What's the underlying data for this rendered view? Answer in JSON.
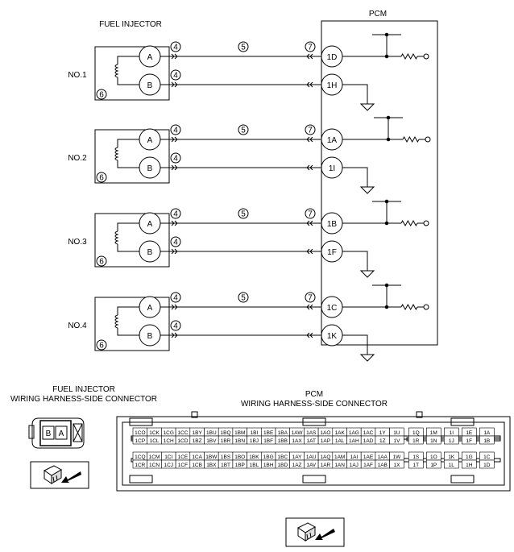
{
  "wiring": {
    "pcm_title": "PCM",
    "fuel_injector_title": "FUEL INJECTOR",
    "terminal_a": "A",
    "terminal_b": "B",
    "marker_4": "4",
    "marker_5": "5",
    "marker_6": "6",
    "marker_7": "7",
    "injectors": [
      {
        "label": "NO.1",
        "pin_a": "1D",
        "pin_b": "1H"
      },
      {
        "label": "NO.2",
        "pin_a": "1A",
        "pin_b": "1I"
      },
      {
        "label": "NO.3",
        "pin_a": "1B",
        "pin_b": "1F"
      },
      {
        "label": "NO.4",
        "pin_a": "1C",
        "pin_b": "1K"
      }
    ]
  },
  "injector_connector": {
    "title_line1": "FUEL INJECTOR",
    "title_line2": "WIRING HARNESS-SIDE CONNECTOR",
    "pin_b": "B",
    "pin_a": "A"
  },
  "pcm_connector": {
    "title_line1": "PCM",
    "title_line2": "WIRING HARNESS-SIDE CONNECTOR",
    "rows": [
      [
        "1CO",
        "1CK",
        "1CG",
        "1CC",
        "1BY",
        "1BU",
        "1BQ",
        "1BM",
        "1BI",
        "1BE",
        "1BA",
        "1AW",
        "1AS",
        "1AO",
        "1AK",
        "1AG",
        "1AC",
        "1Y",
        "1U",
        "1Q",
        "1M",
        "1I",
        "1E",
        "1A"
      ],
      [
        "1CP",
        "1CL",
        "1CH",
        "1CD",
        "1BZ",
        "1BV",
        "1BR",
        "1BN",
        "1BJ",
        "1BF",
        "1BB",
        "1AX",
        "1AT",
        "1AP",
        "1AL",
        "1AH",
        "1AD",
        "1Z",
        "1V",
        "1R",
        "1N",
        "1J",
        "1F",
        "1B"
      ],
      [
        "1CQ",
        "1CM",
        "1CI",
        "1CE",
        "1CA",
        "1BW",
        "1BS",
        "1BO",
        "1BK",
        "1BG",
        "1BC",
        "1AY",
        "1AU",
        "1AQ",
        "1AM",
        "1AI",
        "1AE",
        "1AA",
        "1W",
        "1S",
        "1O",
        "1K",
        "1G",
        "1C"
      ],
      [
        "1CR",
        "1CN",
        "1CJ",
        "1CF",
        "1CB",
        "1BX",
        "1BT",
        "1BP",
        "1BL",
        "1BH",
        "1BD",
        "1AZ",
        "1AV",
        "1AR",
        "1AN",
        "1AJ",
        "1AF",
        "1AB",
        "1X",
        "1T",
        "1P",
        "1L",
        "1H",
        "1D"
      ]
    ]
  }
}
